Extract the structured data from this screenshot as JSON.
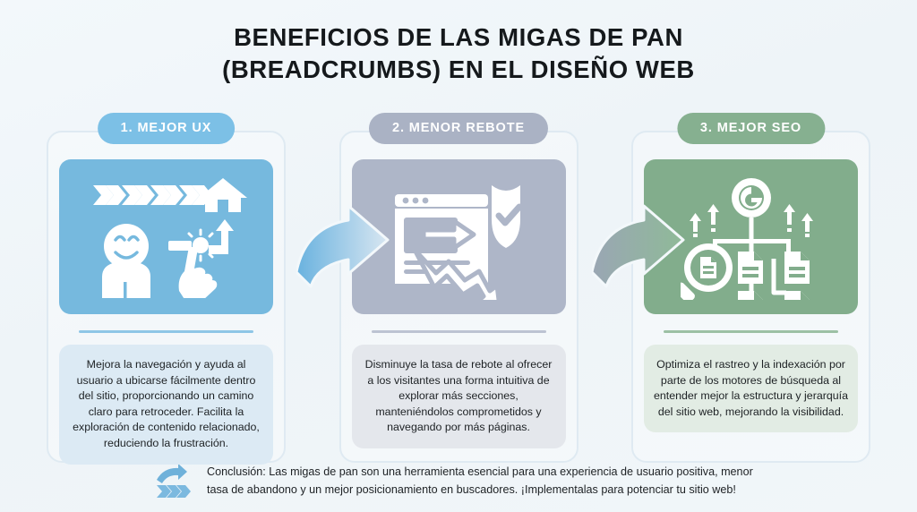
{
  "title": {
    "line1": "BENEFICIOS DE LAS MIGAS DE PAN",
    "line2": "(BREADCRUMBS) EN EL DISEÑO WEB"
  },
  "colors": {
    "background": "#f0f5f9",
    "card1": "#76b9de",
    "card1_pill": "#7cc0e6",
    "card1_desc_bg": "#dceaf4",
    "card2": "#aeb6c8",
    "card2_pill": "#aab2c4",
    "card2_desc_bg": "#e4e7ec",
    "card3": "#82ad8c",
    "card3_pill": "#86b090",
    "card3_desc_bg": "#e2ece4",
    "title_text": "#15191c",
    "pill_text": "#ffffff",
    "outline": "#dfeaf2"
  },
  "cards": [
    {
      "number": "1.",
      "heading": "1. MEJOR UX",
      "icon_name": "user-navigation-path-icon",
      "description": "Mejora la navegación y ayuda al usuario a ubicarse fácilmente dentro del sitio, proporcionando un camino claro para retroceder. Facilita la exploración de contenido relacionado, reduciendo la frustración."
    },
    {
      "number": "2.",
      "heading": "2. MENOR REBOTE",
      "icon_name": "browser-shield-declining-chart-icon",
      "description": "Disminuye la tasa de rebote al ofrecer a los visitantes una forma intuitiva de explorar más secciones, manteniéndolos comprometidos y navegando por más páginas."
    },
    {
      "number": "3.",
      "heading": "3. MEJOR SEO",
      "icon_name": "google-sitemap-search-icon",
      "description": "Optimiza el rastreo y la indexación por parte de los motores de búsqueda al entender mejor la estructura y jerarquía del sitio web, mejorando la visibilidad."
    }
  ],
  "connectors": [
    {
      "name": "arrow-card1-to-card2",
      "from": "1. MEJOR UX",
      "to": "2. MENOR REBOTE"
    },
    {
      "name": "arrow-card2-to-card3",
      "from": "2. MENOR REBOTE",
      "to": "3. MEJOR SEO"
    }
  ],
  "footer": {
    "icon_name": "curved-arrow-chevrons-icon",
    "text": "Conclusión: Las migas de pan son una herramienta esencial para una experiencia de usuario positiva, menor tasa de abandono y un mejor posicionamiento en buscadores. ¡Implementalas para potenciar tu sitio web!"
  }
}
